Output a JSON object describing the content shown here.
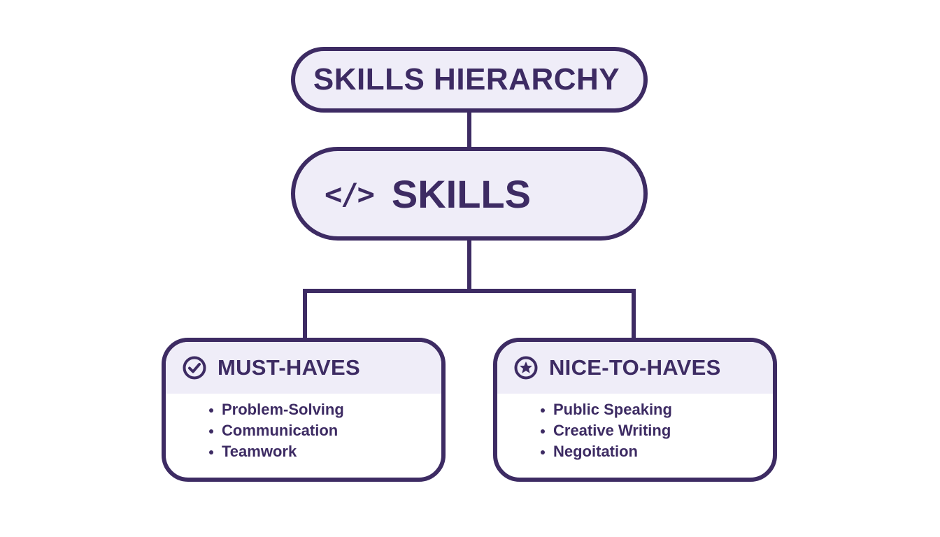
{
  "diagram": {
    "title": "SKILLS HIERARCHY",
    "root": {
      "icon": "code-icon",
      "icon_glyph": "</>",
      "label": "SKILLS"
    },
    "children": [
      {
        "title": "MUST-HAVES",
        "icon": "check-circle-icon",
        "items": [
          "Problem-Solving",
          "Communication",
          "Teamwork"
        ]
      },
      {
        "title": "NICE-TO-HAVES",
        "icon": "star-circle-icon",
        "items": [
          "Public Speaking",
          "Creative Writing",
          "Negoitation"
        ]
      }
    ]
  },
  "colors": {
    "stroke": "#3d2b63",
    "fill": "#efedf8",
    "background": "#ffffff"
  }
}
